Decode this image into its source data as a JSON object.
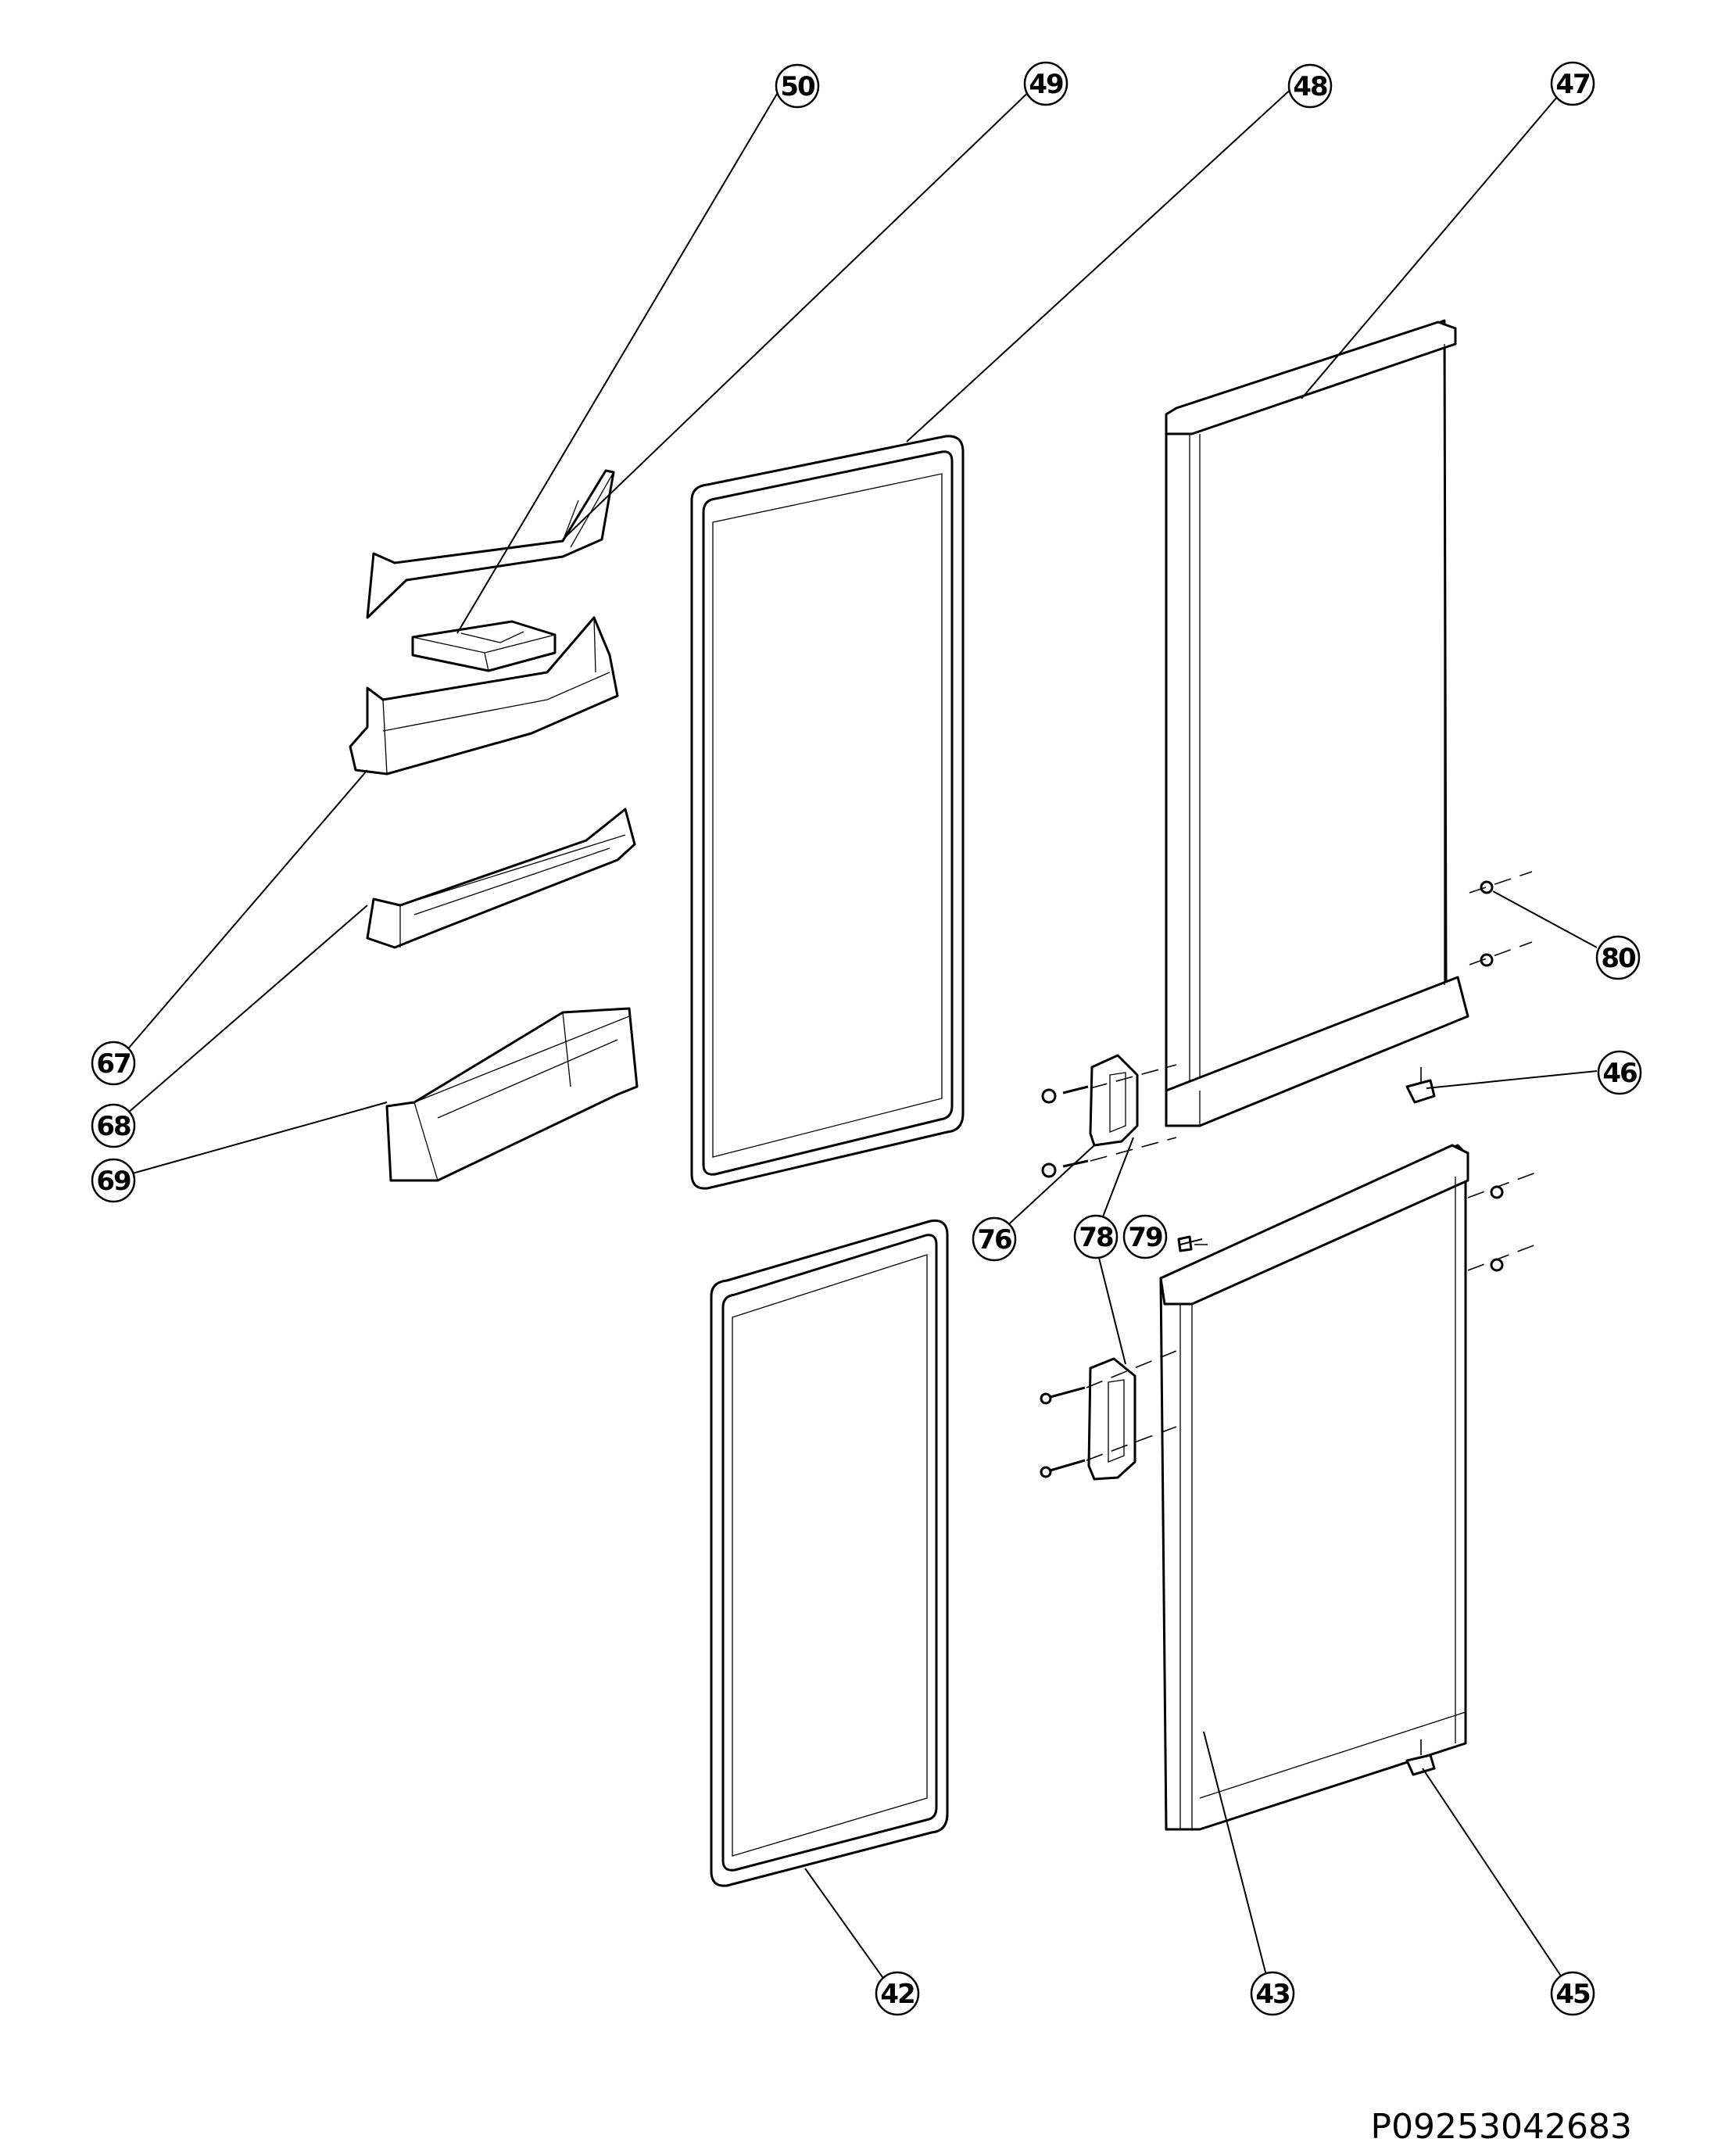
{
  "callouts": [
    {
      "id": "c50",
      "label": "50"
    },
    {
      "id": "c49",
      "label": "49"
    },
    {
      "id": "c48",
      "label": "48"
    },
    {
      "id": "c47",
      "label": "47"
    },
    {
      "id": "c80",
      "label": "80"
    },
    {
      "id": "c46",
      "label": "46"
    },
    {
      "id": "c67",
      "label": "67"
    },
    {
      "id": "c68",
      "label": "68"
    },
    {
      "id": "c69",
      "label": "69"
    },
    {
      "id": "c76",
      "label": "76"
    },
    {
      "id": "c78",
      "label": "78"
    },
    {
      "id": "c79",
      "label": "79"
    },
    {
      "id": "c42",
      "label": "42"
    },
    {
      "id": "c43",
      "label": "43"
    },
    {
      "id": "c45",
      "label": "45"
    }
  ],
  "drawing_code": "P09253042683",
  "colors": {
    "line": "#000000",
    "background": "#ffffff"
  }
}
